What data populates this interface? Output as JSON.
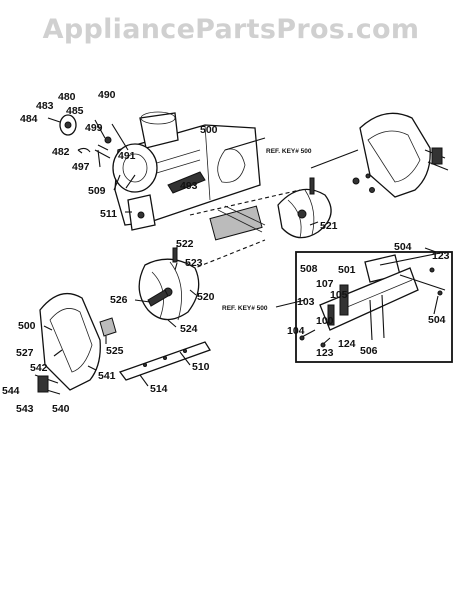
{
  "watermark": "AppliancePartsPros.com",
  "ref_labels": [
    "REF. KEY# 500",
    "REF. KEY# 500"
  ],
  "parts": {
    "p480": "480",
    "p483": "483",
    "p485": "485",
    "p484": "484",
    "p490": "490",
    "p499": "499",
    "p482": "482",
    "p491": "491",
    "p497": "497",
    "p509": "509",
    "p500a": "500",
    "p493": "493",
    "p511": "511",
    "p521": "521",
    "p522": "522",
    "p523": "523",
    "p526": "526",
    "p520": "520",
    "p500b": "500",
    "p524": "524",
    "p527": "527",
    "p525": "525",
    "p542": "542",
    "p541": "541",
    "p510": "510",
    "p544": "544",
    "p514": "514",
    "p543": "543",
    "p540": "540",
    "p508": "508",
    "p504a": "504",
    "p123a": "123",
    "p501": "501",
    "p107": "107",
    "p105": "105",
    "p103": "103",
    "p100": "100",
    "p504b": "504",
    "p104": "104",
    "p124": "124",
    "p123b": "123",
    "p506": "506"
  }
}
